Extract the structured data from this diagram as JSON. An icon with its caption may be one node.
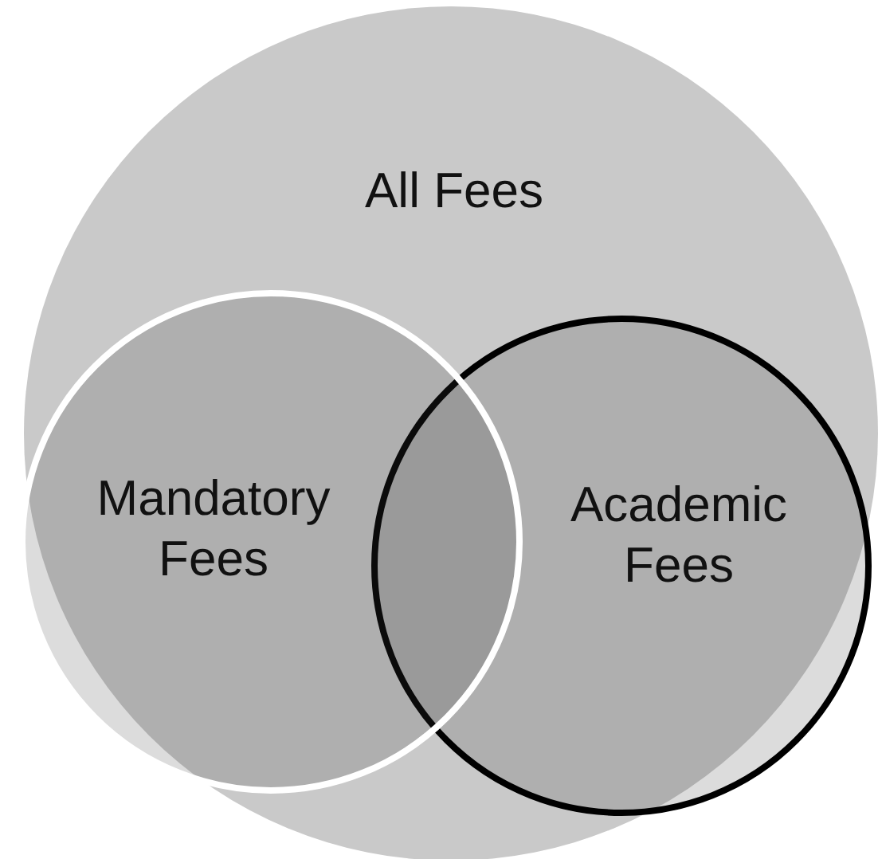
{
  "diagram": {
    "nodes": [
      {
        "text": [
          "All Fees"
        ]
      },
      {
        "text": [
          "Mandatory Fees"
        ],
        "in": 0
      },
      {
        "text": [
          "Academic Fees"
        ],
        "in": 0
      }
    ]
  }
}
